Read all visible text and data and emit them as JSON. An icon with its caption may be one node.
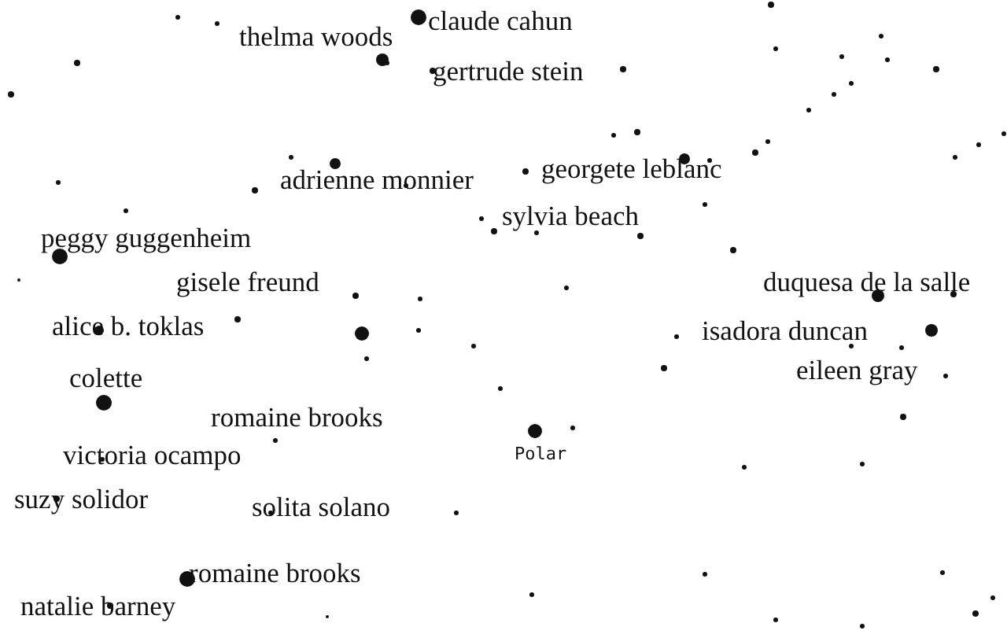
{
  "diagram": {
    "labels": [
      "claude cahun",
      "thelma woods",
      "gertrude stein",
      "georgete leblanc",
      "adrienne monnier",
      "sylvia beach",
      "peggy guggenheim",
      "gisele freund",
      "duquesa de la salle",
      "alice b. toklas",
      "isadora duncan",
      "eileen gray",
      "colette",
      "romaine brooks",
      "victoria ocampo",
      "Polar",
      "suzy solidor",
      "solita solano",
      "romaine brooks",
      "natalie barney"
    ]
  }
}
